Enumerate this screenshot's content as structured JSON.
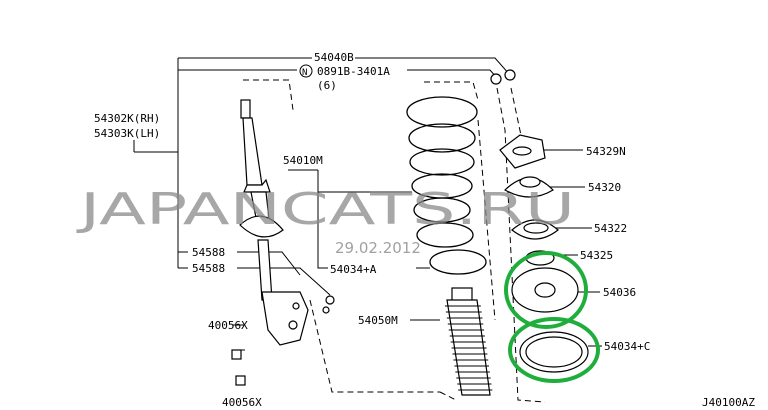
{
  "diagram": {
    "labels": {
      "p54040B": "54040B",
      "p0891B": "0891B-3401A",
      "p0891B_qty": "(6)",
      "n_mark": "N",
      "p54302K": "54302K(RH)",
      "p54303K": "54303K(LH)",
      "p54010M": "54010M",
      "p54588a": "54588",
      "p54588b": "54588",
      "p54034A": "54034+A",
      "p54050M": "54050M",
      "p40056Xa": "40056X",
      "p40056Xb": "40056X",
      "p54329N": "54329N",
      "p54320": "54320",
      "p54322": "54322",
      "p54325": "54325",
      "p54036": "54036",
      "p54034C": "54034+C",
      "diagram_code": "J40100AZ"
    },
    "watermark": {
      "text": "JAPANCATS.RU",
      "date": "29.02.2012"
    },
    "highlight_color": "#1fae3c"
  }
}
